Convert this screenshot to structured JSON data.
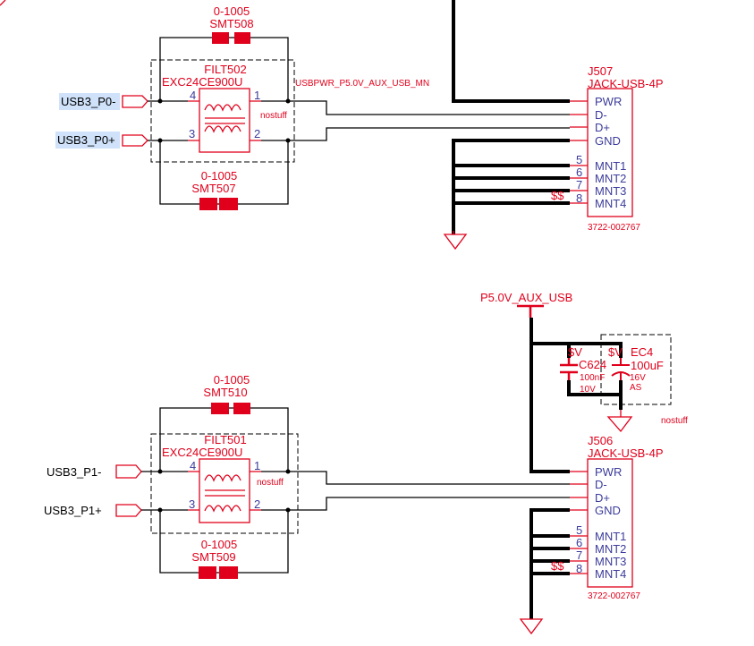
{
  "top": {
    "jumper_top": {
      "value": "0-1005",
      "ref": "SMT508"
    },
    "jumper_bottom": {
      "value": "0-1005",
      "ref": "SMT507"
    },
    "filter": {
      "ref": "FILT502",
      "part": "EXC24CE900U",
      "pins": [
        "4",
        "1",
        "3",
        "2"
      ],
      "note": "nostuff"
    },
    "net_minus": "USB3_P0-",
    "net_plus": "USB3_P0+",
    "power_net": "USBPWR_P5.0V_AUX_USB_MN",
    "connector": {
      "ref": "J507",
      "part": "JACK-USB-4P",
      "pins": [
        "PWR",
        "D-",
        "D+",
        "GND",
        "MNT1",
        "MNT2",
        "MNT3",
        "MNT4"
      ],
      "pin_numbers": [
        "5",
        "6",
        "7",
        "8"
      ],
      "overlap_text": "$$",
      "pn": "3722-002767"
    }
  },
  "bottom": {
    "jumper_top": {
      "value": "0-1005",
      "ref": "SMT510"
    },
    "jumper_bottom": {
      "value": "0-1005",
      "ref": "SMT509"
    },
    "filter": {
      "ref": "FILT501",
      "part": "EXC24CE900U",
      "pins": [
        "4",
        "1",
        "3",
        "2"
      ],
      "note": "nostuff"
    },
    "net_minus": "USB3_P1-",
    "net_plus": "USB3_P1+",
    "power_net": "P5.0V_AUX_USB",
    "cap1": {
      "ref": "C624",
      "value": "100nF",
      "voltage": "10V",
      "mark": "$V"
    },
    "cap2": {
      "ref": "EC4",
      "value": "100uF",
      "voltage": "16V",
      "type": "AS",
      "mark": "$V",
      "note": "nostuff"
    },
    "connector": {
      "ref": "J506",
      "part": "JACK-USB-4P",
      "pins": [
        "PWR",
        "D-",
        "D+",
        "GND",
        "MNT1",
        "MNT2",
        "MNT3",
        "MNT4"
      ],
      "pin_numbers": [
        "5",
        "6",
        "7",
        "8"
      ],
      "overlap_text": "$$",
      "pn": "3722-002767"
    }
  },
  "colors": {
    "component": "#e0001b",
    "pin_text": "#3c3c9c",
    "wire": "#000000",
    "net_highlight": "#cfe2fa"
  }
}
